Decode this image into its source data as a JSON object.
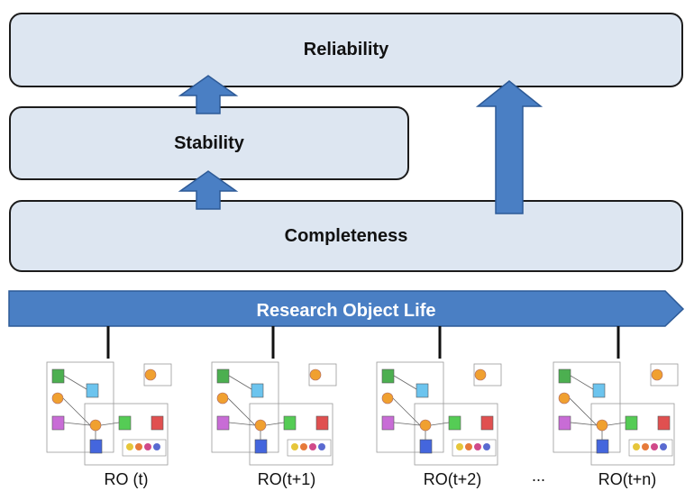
{
  "levels": {
    "reliability": "Reliability",
    "stability": "Stability",
    "completeness": "Completeness"
  },
  "timeline": {
    "label": "Research Object Life"
  },
  "snapshots": [
    {
      "label": "RO (t)"
    },
    {
      "label": "RO(t+1)"
    },
    {
      "label": "RO(t+2)"
    },
    {
      "label": "RO(t+n)"
    }
  ],
  "ellipsis": "...",
  "colors": {
    "box_fill": "#dde6f1",
    "arrow_fill": "#4a7fc4",
    "timeline_fill": "#4a7fc4"
  }
}
